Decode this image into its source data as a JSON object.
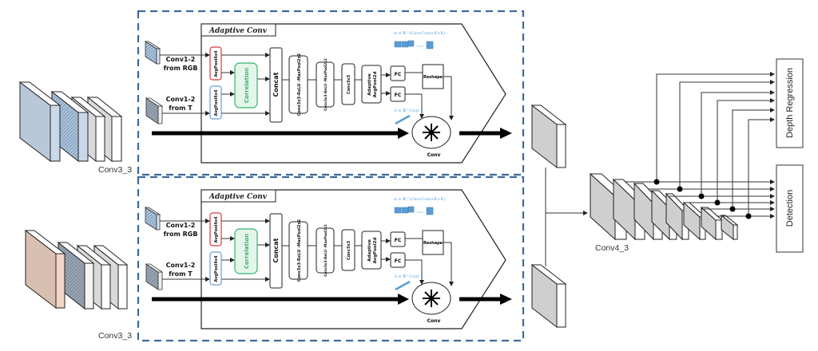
{
  "panels": [
    {
      "title": "Adaptive Conv",
      "rgb_label_1": "Conv1-2",
      "rgb_label_2": "from RGB",
      "t_label_1": "Conv1-2",
      "t_label_2": "from T",
      "avgpool_rgb": "AvgPool4x4",
      "avgpool_t": "AvgPool4x4",
      "correlation": "Correlation",
      "concat": "Concat",
      "conv_relu_1": "Conv3x3-ReLU -MaxPool2x2",
      "conv_relu_2": "Conv3x3-ReLU -MaxPool2x2",
      "conv3x3": "Conv3x3",
      "adaptive_pool_1": "Adaptive",
      "adaptive_pool_2": "AvgPool2d",
      "fc_1": "FC",
      "fc_2": "FC",
      "reshape": "Reshape",
      "weight_formula": "w ∈ ℝ^(Cin×Cout×K×K)",
      "bias_formula": "b ∈ ℝ^Cout",
      "conv_label": "Conv"
    },
    {
      "title": "Adaptive Conv",
      "rgb_label_1": "Conv1-2",
      "rgb_label_2": "from RGB",
      "t_label_1": "Conv1-2",
      "t_label_2": "from T",
      "avgpool_rgb": "AvgPool4x4",
      "avgpool_t": "AvgPool4x4",
      "correlation": "Correlation",
      "concat": "Concat",
      "conv_relu_1": "Conv3x3-ReLU -MaxPool2x2",
      "conv_relu_2": "Conv3x3-ReLU -MaxPool2x2",
      "conv3x3": "Conv3x3",
      "adaptive_pool_1": "Adaptive",
      "adaptive_pool_2": "AvgPool2d",
      "fc_1": "FC",
      "fc_2": "FC",
      "reshape": "Reshape",
      "weight_formula": "w ∈ ℝ^(Cin×Cout×K×K)",
      "bias_formula": "b ∈ ℝ^Cout",
      "conv_label": "Conv"
    }
  ],
  "backbone_rgb_label": "Conv3_3",
  "backbone_t_label": "Conv3_3",
  "conv4_label": "Conv4_3",
  "heads": {
    "depth": "Depth Regression",
    "detection": "Detection"
  },
  "colors": {
    "dashed_border": "#3f6a9a",
    "rgb_feature": "#c9d9ea",
    "thermal_feature": "#f3d6c6",
    "avgpool_rgb_border": "#d43a3a",
    "avgpool_t_border": "#6a9ad4",
    "correlation": "#34b36a",
    "weight_blue": "#5b9bd5"
  }
}
